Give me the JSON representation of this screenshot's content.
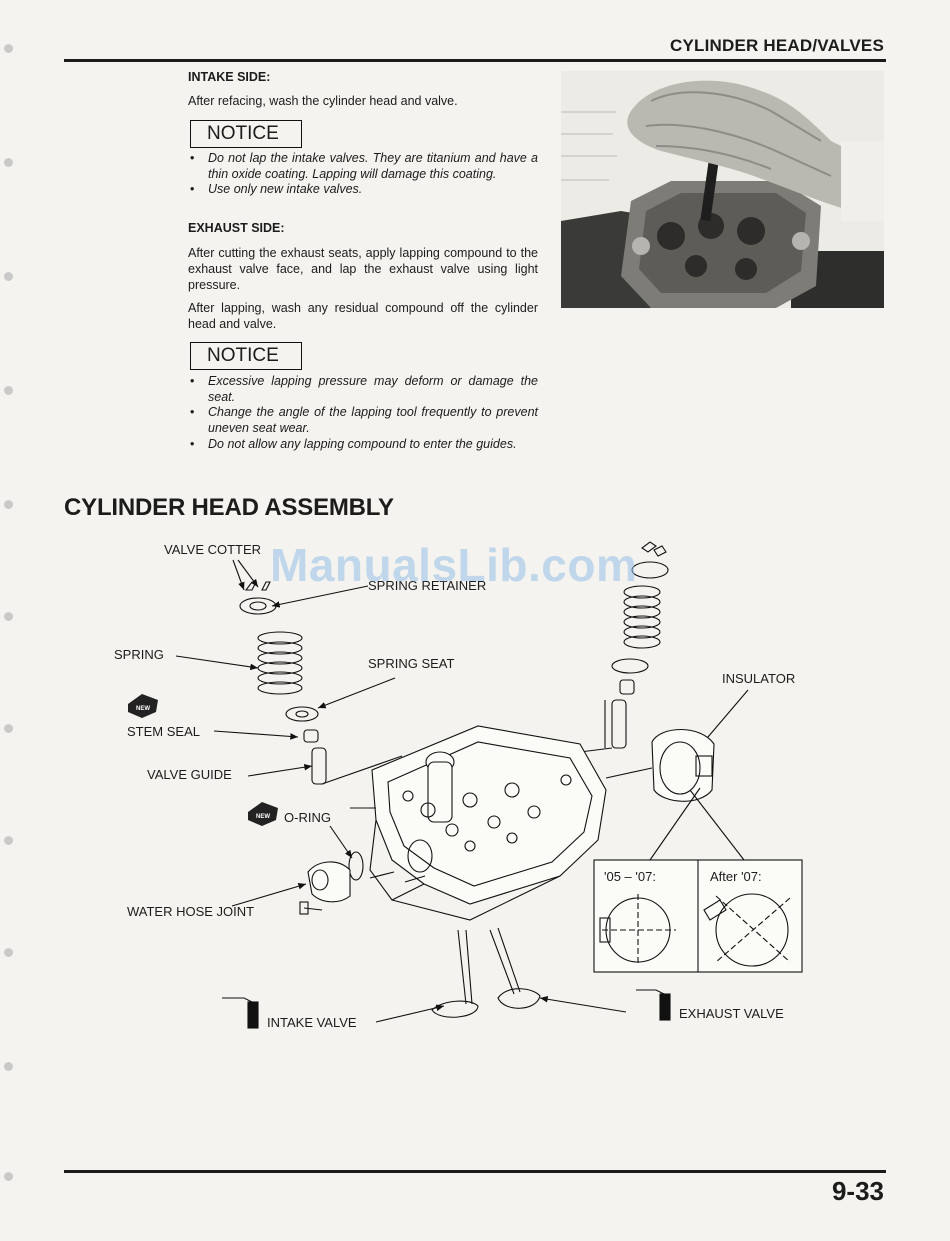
{
  "header": {
    "title": "CYLINDER HEAD/VALVES"
  },
  "intake_side": {
    "heading": "INTAKE SIDE:",
    "text": "After refacing, wash the cylinder head and valve."
  },
  "notice_1": {
    "label": "NOTICE",
    "bullets": [
      "Do not lap the intake valves. They are titanium and have a thin oxide coating. Lapping will damage this coating.",
      "Use only new intake valves."
    ]
  },
  "exhaust_side": {
    "heading": "EXHAUST SIDE:",
    "text_1": "After cutting the exhaust seats, apply lapping compound to the exhaust valve face, and lap the exhaust valve using light pressure.",
    "text_2": "After lapping, wash any residual compound off the cylinder head and valve."
  },
  "notice_2": {
    "label": "NOTICE",
    "bullets": [
      "Excessive lapping pressure may deform or damage the seat.",
      "Change the angle of the lapping tool frequently to prevent uneven seat wear.",
      "Do not allow any lapping compound to enter the guides."
    ]
  },
  "section": {
    "title": "CYLINDER HEAD ASSEMBLY"
  },
  "diagram": {
    "labels": {
      "valve_cotter": "VALVE COTTER",
      "spring_retainer": "SPRING RETAINER",
      "spring": "SPRING",
      "spring_seat": "SPRING SEAT",
      "insulator": "INSULATOR",
      "stem_seal": "STEM SEAL",
      "valve_guide": "VALVE GUIDE",
      "o_ring": "O-RING",
      "water_hose_joint": "WATER HOSE JOINT",
      "intake_valve": "INTAKE VALVE",
      "exhaust_valve": "EXHAUST VALVE"
    },
    "inset": {
      "left_caption": "'05 – '07:",
      "right_caption": "After '07:"
    },
    "new_badge": "NEW"
  },
  "watermark": "ManualsLib.com",
  "footer": {
    "page_number": "9-33"
  }
}
